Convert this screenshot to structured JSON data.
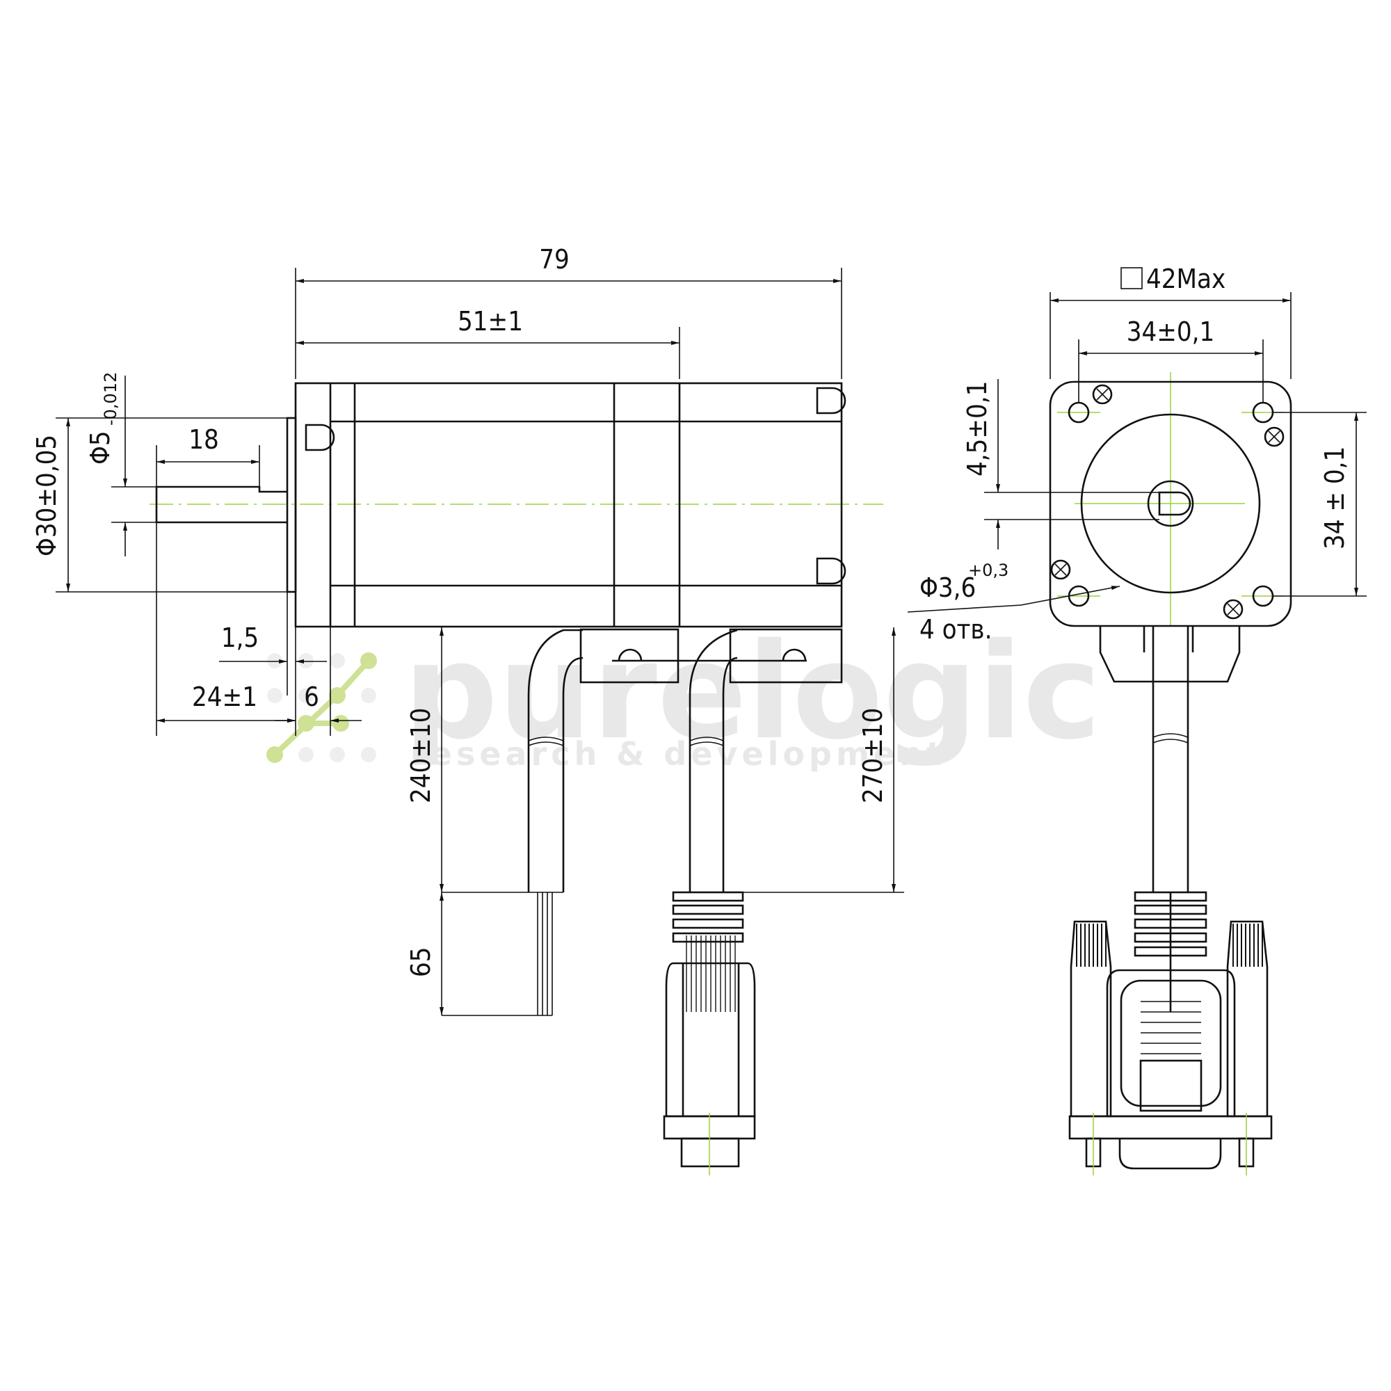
{
  "side_view": {
    "overall_length": "79",
    "body_length": "51±1",
    "shaft_length": "18",
    "shaft_diameter": "Φ5",
    "shaft_diameter_tolerance": "-0,012",
    "pilot_diameter": "Φ30±0,05",
    "pilot_height": "1,5",
    "shaft_total_length": "24±1",
    "flange_thickness": "6",
    "motor_lead_length": "240±10",
    "encoder_lead_length": "270±10",
    "wire_strip_length": "65"
  },
  "front_view": {
    "frame_size": "42Max",
    "hole_spacing_horizontal": "34±0,1",
    "hole_spacing_vertical": "34 ± 0,1",
    "hole_offset": "4,5±0,1",
    "hole_diameter": "Φ3,6",
    "hole_diameter_tolerance": "+0,3",
    "hole_count": "4 отв."
  },
  "watermark": {
    "brand": "purelogic",
    "tagline": "research & development"
  }
}
